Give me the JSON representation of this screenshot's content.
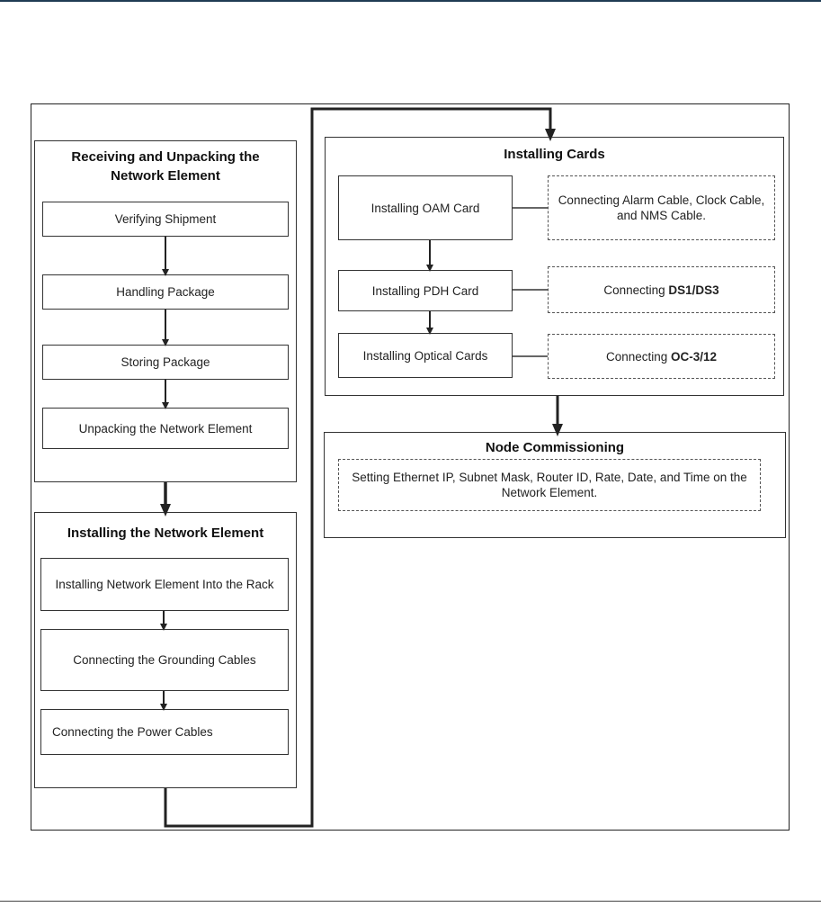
{
  "groups": {
    "receiving": {
      "title": "Receiving and Unpacking the Network Element",
      "steps": [
        "Verifying Shipment",
        "Handling Package",
        "Storing  Package",
        "Unpacking the Network Element"
      ]
    },
    "installing_ne": {
      "title": "Installing the Network Element",
      "steps": [
        "Installing Network Element Into the Rack",
        "Connecting the Grounding Cables",
        "Connecting the  Power Cables"
      ]
    },
    "installing_cards": {
      "title": "Installing Cards",
      "steps": [
        "Installing OAM  Card",
        "Installing PDH  Card",
        "Installing Optical Cards"
      ],
      "connections": [
        {
          "text": "Connecting Alarm Cable, Clock Cable, and NMS Cable."
        },
        {
          "prefix": "Connecting ",
          "bold": "DS1/DS3"
        },
        {
          "prefix": "Connecting ",
          "bold": "OC-3/12"
        }
      ]
    },
    "node_commissioning": {
      "title": "Node Commissioning",
      "description": "Setting Ethernet IP, Subnet Mask, Router ID, Rate, Date, and Time on the Network Element."
    }
  },
  "colors": {
    "line": "#222222",
    "header_rule": "#1f3b53"
  }
}
